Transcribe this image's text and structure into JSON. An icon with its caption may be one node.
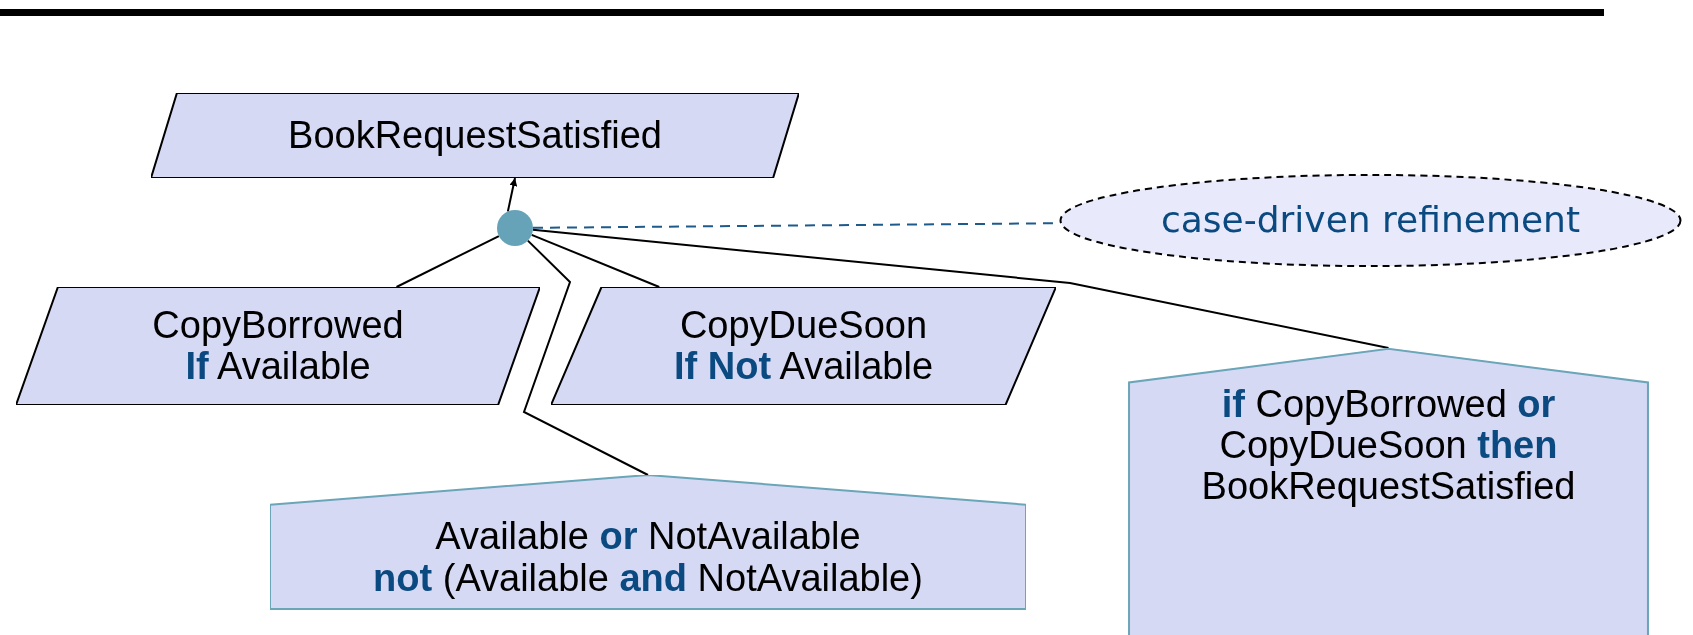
{
  "diagram": {
    "nodes": [
      {
        "text": [
          "BookRequestSatisfied"
        ]
      },
      {
        "text": [],
        "shape": "circle"
      },
      {
        "text": [
          "case-driven refinement"
        ]
      },
      {
        "text": [
          "CopyBorrowed",
          "**If** Available"
        ]
      },
      {
        "text": [
          "CopyDueSoon",
          "**If Not** Available"
        ]
      },
      {
        "text": [
          "Available **or** NotAvailable",
          "**not** (Available **and** NotAvailable)"
        ]
      },
      {
        "text": [
          "**if** CopyBorrowed **or** CopyDueSoon **then** BookRequestSatisfied"
        ]
      }
    ],
    "edges": [
      {
        "from": 1,
        "to": 0,
        "arrow": "to"
      },
      {
        "from": 1,
        "to": 2,
        "arrow": "none",
        "style": "dashed",
        "color": "#1f5a8c"
      },
      {
        "from": 3,
        "to": 1,
        "arrow": "none"
      },
      {
        "from": 4,
        "to": 1,
        "arrow": "none"
      },
      {
        "from": 5,
        "to": 1,
        "arrow": "none"
      },
      {
        "from": 6,
        "to": 1,
        "arrow": "none"
      }
    ]
  }
}
